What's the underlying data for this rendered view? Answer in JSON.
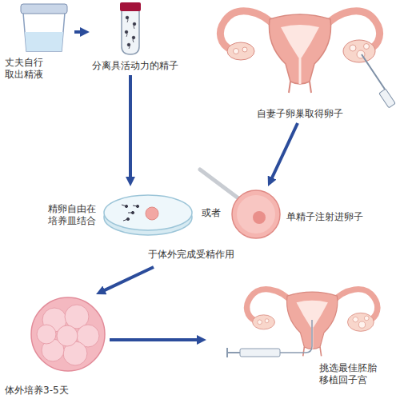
{
  "diagram": {
    "nodes": [
      {
        "text": [
          "丈夫自行取出精液"
        ]
      },
      {
        "text": [
          "分离具活动力的精子"
        ]
      },
      {
        "text": [
          "自妻子卵巢取得卵子"
        ]
      },
      {
        "text": [
          "于体外完成受精作用"
        ]
      },
      {
        "text": [
          "精卵自由在培养皿结合"
        ],
        "in": 3
      },
      {
        "text": [
          "单精子注射进卵子"
        ],
        "in": 3
      },
      {
        "text": [
          "体外培养3-5天"
        ]
      },
      {
        "text": [
          "挑选最佳胚胎移植回子宫"
        ]
      }
    ],
    "edges": [
      {
        "from": 0,
        "to": 1,
        "arrow": "to"
      },
      {
        "from": 1,
        "to": 4,
        "arrow": "to"
      },
      {
        "from": 2,
        "to": 5,
        "arrow": "to"
      },
      {
        "from": 3,
        "to": 6,
        "arrow": "to"
      },
      {
        "from": 6,
        "to": 7,
        "arrow": "to"
      }
    ],
    "labels": [
      "或者"
    ]
  }
}
